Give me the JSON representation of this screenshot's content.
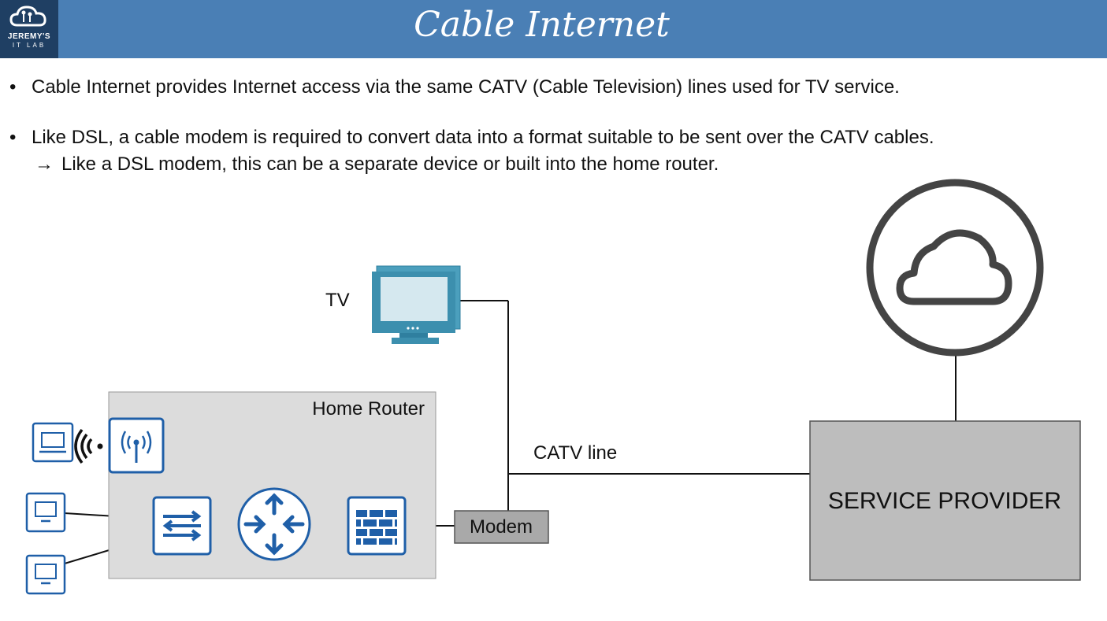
{
  "header": {
    "title": "Cable Internet",
    "logo_line1": "JEREMY'S",
    "logo_line2": "IT LAB",
    "bg_color": "#4a7fb5"
  },
  "bullets": [
    {
      "text": "Cable Internet provides Internet access via the same CATV (Cable Television) lines used for TV service."
    },
    {
      "text": "Like DSL, a cable modem is required to convert data into a format suitable to be sent over the CATV cables.",
      "sub": "Like a DSL modem, this can be a separate device or built into the home router.",
      "sub_arrow": "→"
    }
  ],
  "diagram": {
    "tv_label": "TV",
    "home_router_label": "Home Router",
    "catv_label": "CATV line",
    "modem_label": "Modem",
    "provider_label": "SERVICE PROVIDER",
    "icons": [
      "laptop-icon",
      "wifi-signal-icon",
      "wireless-ap-icon",
      "pc-icon",
      "switch-icon",
      "router-icon",
      "firewall-icon",
      "tv-icon",
      "cloud-icon"
    ],
    "colors": {
      "device_blue": "#1f5fa8",
      "router_box": "#dcdcdc",
      "modem_box": "#a9a9a9",
      "provider_box": "#bdbdbd",
      "tv_screen": "#d5e8ef",
      "tv_frame": "#4b9fbd"
    }
  }
}
